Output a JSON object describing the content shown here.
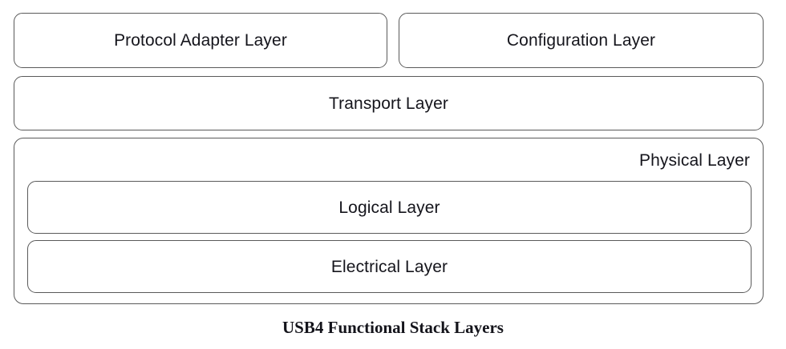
{
  "diagram": {
    "caption": "USB4 Functional Stack Layers",
    "style": {
      "background": "#ffffff",
      "box_fill": "#ffffff",
      "box_stroke": "#5a5a5a",
      "label_color": "#15151c",
      "caption_color": "#14141b"
    },
    "rows": [
      {
        "name": "upper-row",
        "boxes": [
          {
            "label": "Protocol Adapter Layer"
          },
          {
            "label": "Configuration Layer"
          }
        ]
      },
      {
        "name": "transport-row",
        "boxes": [
          {
            "label": "Transport Layer"
          }
        ]
      },
      {
        "name": "physical-row",
        "boxes": [
          {
            "label": "Physical Layer",
            "label_align": "right",
            "children": [
              {
                "label": "Logical Layer"
              },
              {
                "label": "Electrical Layer"
              }
            ]
          }
        ]
      }
    ]
  }
}
